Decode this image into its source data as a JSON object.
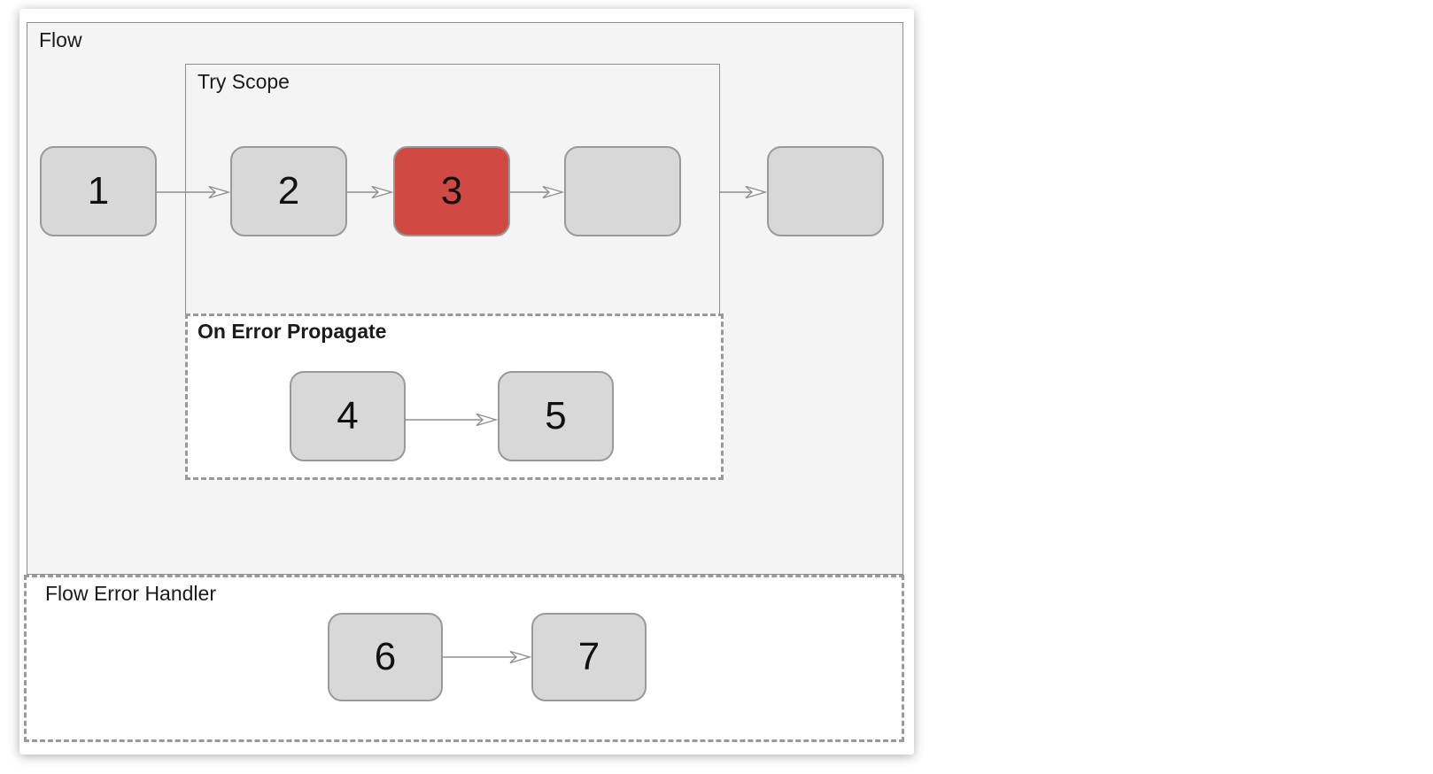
{
  "diagram": {
    "flow": {
      "title": "Flow"
    },
    "try_scope": {
      "title": "Try Scope"
    },
    "on_error_propagate": {
      "title": "On Error Propagate"
    },
    "flow_error_handler": {
      "title": "Flow Error Handler"
    },
    "nodes": {
      "n1": {
        "label": "1",
        "state": "normal",
        "location": "flow"
      },
      "n2": {
        "label": "2",
        "state": "normal",
        "location": "try_scope"
      },
      "n3": {
        "label": "3",
        "state": "error",
        "location": "try_scope"
      },
      "blank_a": {
        "label": "",
        "state": "normal",
        "location": "try_scope"
      },
      "blank_b": {
        "label": "",
        "state": "normal",
        "location": "flow"
      },
      "n4": {
        "label": "4",
        "state": "normal",
        "location": "on_error_propagate"
      },
      "n5": {
        "label": "5",
        "state": "normal",
        "location": "on_error_propagate"
      },
      "n6": {
        "label": "6",
        "state": "normal",
        "location": "flow_error_handler"
      },
      "n7": {
        "label": "7",
        "state": "normal",
        "location": "flow_error_handler"
      }
    },
    "edges": [
      {
        "from": "1",
        "to": "2"
      },
      {
        "from": "2",
        "to": "3"
      },
      {
        "from": "3",
        "to": "blank_a"
      },
      {
        "from": "try_scope",
        "to": "blank_b"
      },
      {
        "from": "4",
        "to": "5"
      },
      {
        "from": "6",
        "to": "7"
      }
    ],
    "colors": {
      "node_fill": "#d8d8d8",
      "node_border": "#999999",
      "error_node_fill": "#d04a43",
      "container_fill": "#f4f4f5",
      "container_border": "#8e8e8e",
      "dashed_border": "#9a9a9a",
      "arrow": "#8f8f8f",
      "arrow_head_fill": "#ffffff",
      "text": "#1a1a1a"
    }
  }
}
